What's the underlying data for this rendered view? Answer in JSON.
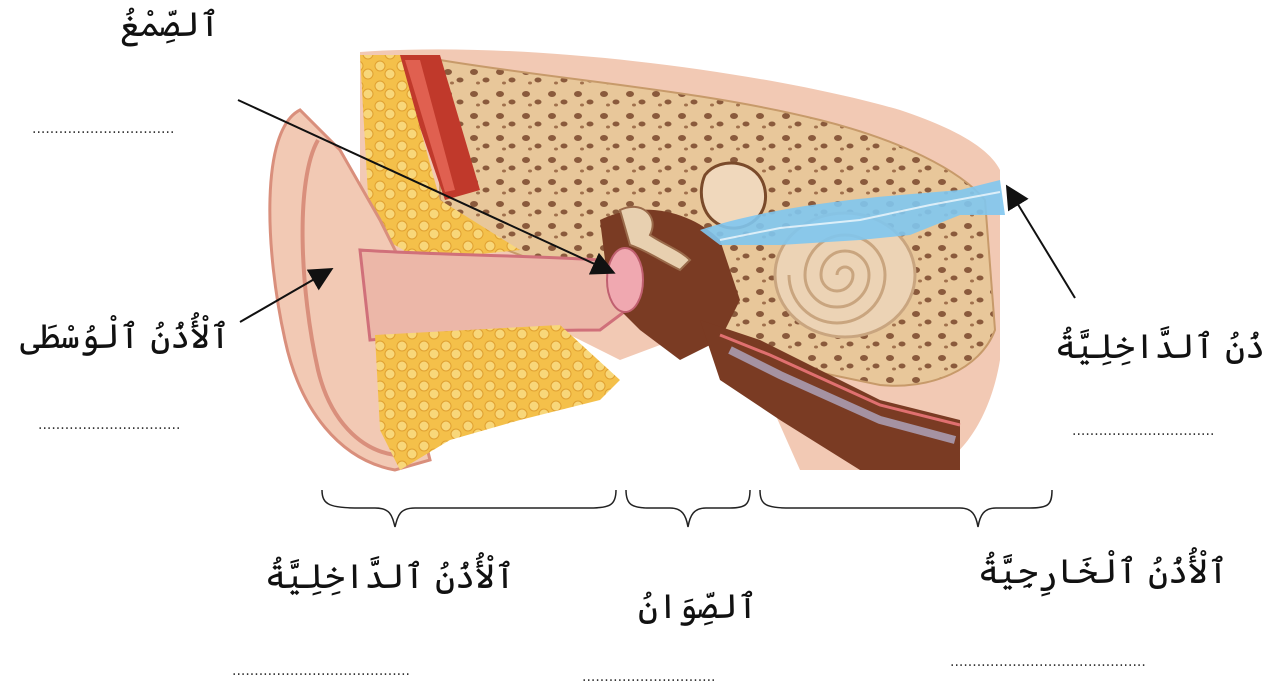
{
  "labels": {
    "brain": "ٱلصِّمْغُ",
    "middle_ear_left": "ٱلْأُذُنُ ٱلْوُسْطَى",
    "inner_ear_right": "ٱلْأُذُنُ ٱلدَّاخِلِيَّةُ",
    "bottom_inner_ear": "ٱلْأُذُنُ ٱلدَّاخِلِيَّةُ",
    "bottom_cerumen": "ٱلصِّوَانُ",
    "bottom_outer_ear": "ٱلْأُذُنُ ٱلْخَارِجِيَّةُ"
  },
  "blanks": {
    "b1": "................................",
    "b2": "................................",
    "b3": "................................",
    "b4": "........................................",
    "b5": "..............................",
    "b6": "............................................"
  },
  "colors": {
    "skin": "#f2c9b4",
    "skin_dark": "#d98f7c",
    "bone": "#e8c79a",
    "bone_pores": "#8a5a3c",
    "fat": "#f4c04a",
    "muscle": "#c0392b",
    "canal": "#7a3b23",
    "cochlea": "#ecd3b5",
    "nerve": "#7fc7ef",
    "membrane": "#e07070"
  }
}
